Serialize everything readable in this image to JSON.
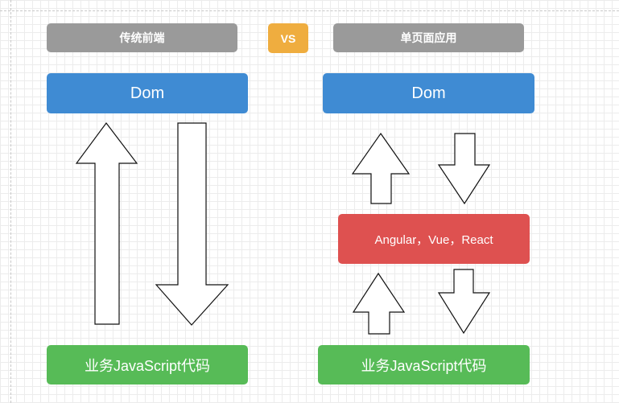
{
  "left": {
    "header": "传统前端",
    "dom": "Dom",
    "business": "业务JavaScript代码"
  },
  "vs": "VS",
  "right": {
    "header": "单页面应用",
    "dom": "Dom",
    "framework": "Angular，Vue，React",
    "business": "业务JavaScript代码"
  }
}
